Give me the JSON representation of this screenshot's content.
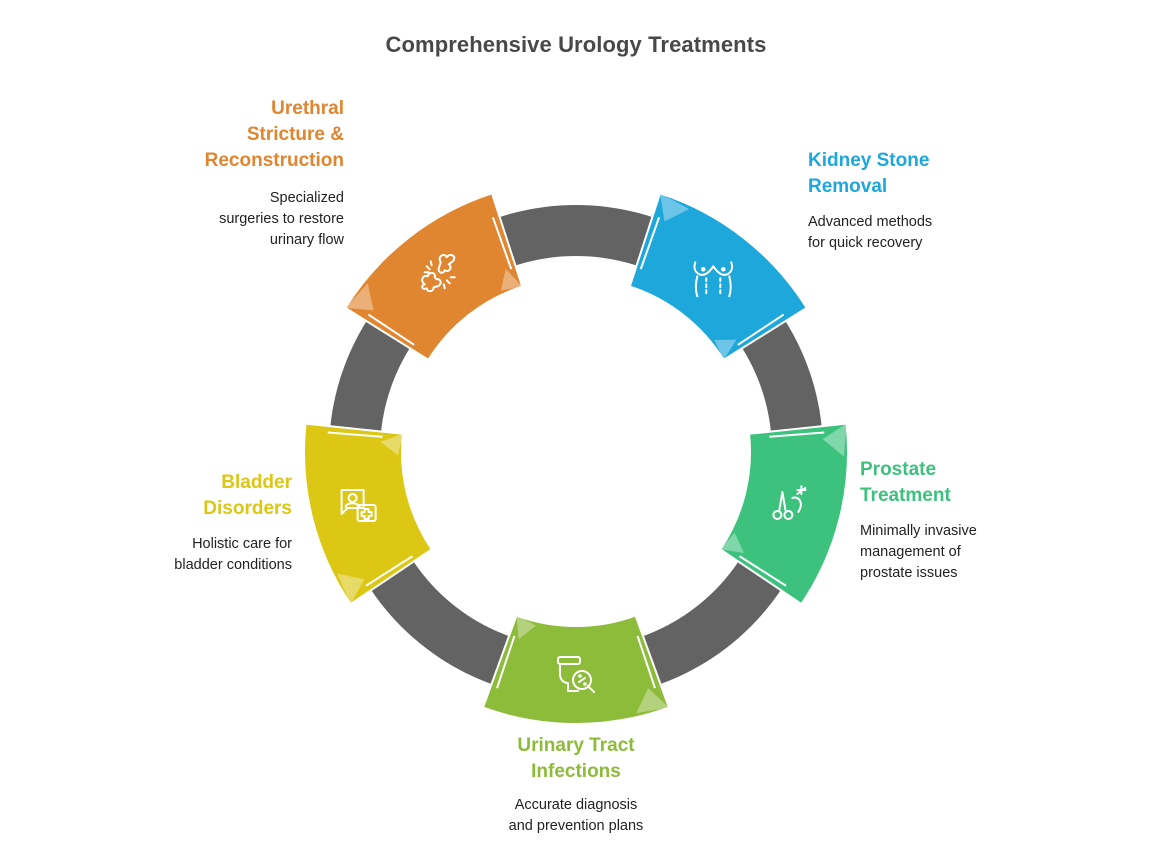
{
  "title": "Comprehensive Urology Treatments",
  "ring_color": "#636363",
  "items": [
    {
      "id": "urethral",
      "heading": [
        "Urethral",
        "Stricture &",
        "Reconstruction"
      ],
      "description": [
        "Specialized",
        "surgeries to restore",
        "urinary flow"
      ],
      "color": "#E08530",
      "icon": "broken-bone-icon"
    },
    {
      "id": "kidney",
      "heading": [
        "Kidney Stone",
        "Removal"
      ],
      "description": [
        "Advanced methods",
        "for quick recovery"
      ],
      "color": "#1EA7DB",
      "icon": "torso-incision-icon"
    },
    {
      "id": "prostate",
      "heading": [
        "Prostate",
        "Treatment"
      ],
      "description": [
        "Minimally invasive",
        "management of",
        "prostate issues"
      ],
      "color": "#3DC27D",
      "icon": "scissors-male-symbol-icon"
    },
    {
      "id": "uti",
      "heading": [
        "Urinary Tract",
        "Infections"
      ],
      "description": [
        "Accurate diagnosis",
        "and prevention plans"
      ],
      "color": "#8DBB3A",
      "icon": "toilet-magnifier-icon"
    },
    {
      "id": "bladder",
      "heading": [
        "Bladder",
        "Disorders"
      ],
      "description": [
        "Holistic care for",
        "bladder conditions"
      ],
      "color": "#DCC714",
      "icon": "doctor-chat-icon"
    }
  ]
}
